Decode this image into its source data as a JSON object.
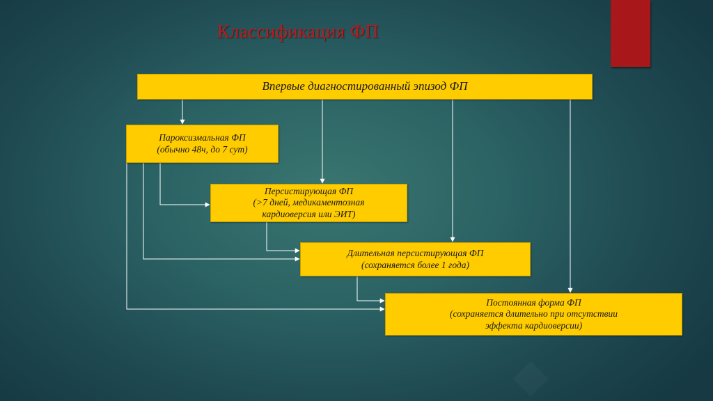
{
  "title": "Классификация ФП",
  "colors": {
    "box_fill": "#ffcc00",
    "title_text": "#c0191b",
    "accent_bar": "#a8181a",
    "connector": "#ffffff"
  },
  "boxes": {
    "top": {
      "line1": "Впервые диагностированный эпизод ФП"
    },
    "paroxysmal": {
      "line1": "Пароксизмальная ФП",
      "line2": "(обычно 48ч, до 7 сут)"
    },
    "persistent": {
      "line1": "Персистирующая ФП",
      "line2": "(>7 дней, медикаментозная",
      "line3": "кардиоверсия или ЭИТ)"
    },
    "long_persistent": {
      "line1": "Длительная персистирующая ФП",
      "line2": "(сохраняется более 1 года)"
    },
    "permanent": {
      "line1": "Постоянная форма ФП",
      "line2": "(сохраняется длительно при отсутствии",
      "line3": "эффекта кардиоверсии)"
    }
  }
}
